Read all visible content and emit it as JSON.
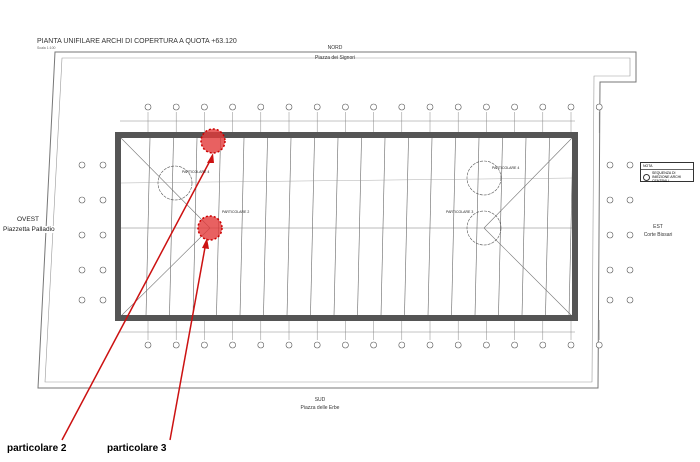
{
  "drawing": {
    "title": "PIANTA UNIFILARE ARCHI DI COPERTURA A QUOTA +63.120",
    "scale": "Scala 1:100",
    "north": {
      "label": "NORD",
      "place": "Piazza dei Signori"
    },
    "south": {
      "label": "SUD",
      "place": "Piazza delle Erbe"
    },
    "west": {
      "label": "OVEST",
      "place": "Piazzetta Palladio"
    },
    "east": {
      "label": "EST",
      "place": "Corte Bissari"
    },
    "plan_labels": [
      "PARTICOLARE 4",
      "PARTICOLARE 2",
      "PARTICOLARE 4",
      "PARTICOLARE 3"
    ],
    "nota": {
      "title": "NOTA",
      "item": "SEQUENZA DI INIEZIONE ARCHI CENTRALI"
    }
  },
  "callouts": [
    {
      "label": "particolare 2"
    },
    {
      "label": "particolare 3"
    }
  ],
  "colors": {
    "highlight": "#e23a3a",
    "arrow": "#cc1111",
    "wall": "#555555"
  }
}
